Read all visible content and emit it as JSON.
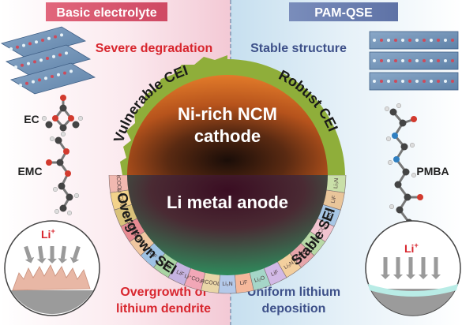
{
  "header": {
    "left_tag": "Basic electrolyte",
    "right_tag": "PAM-QSE"
  },
  "left": {
    "top_caption": "Severe degradation",
    "bottom_caption_line1": "Overgrowth of",
    "bottom_caption_line2": "lithium dendrite",
    "cei_label": "Vulnerable CEI",
    "sei_label": "Overgrown SEI",
    "molecule_1": "EC",
    "molecule_2": "EMC",
    "ion_label": "Li",
    "ion_charge": "+"
  },
  "right": {
    "top_caption": "Stable structure",
    "bottom_caption_line1": "Uniform lithium",
    "bottom_caption_line2": "deposition",
    "cei_label": "Robust CEI",
    "sei_label": "Stable SEI",
    "molecule": "PMBA",
    "ion_label": "Li",
    "ion_charge": "+"
  },
  "center": {
    "cathode_line1": "Ni-rich NCM",
    "cathode_line2": "cathode",
    "anode": "Li metal anode"
  },
  "sei_chip_labels": [
    "RCOOLi",
    "Li⁺CO₃²⁻",
    "LiF",
    "Li⁺CO₃²⁻",
    "ROCOOLi",
    "LiF",
    "Li₂O",
    "LiF",
    "Li⁺CO₃²⁻",
    "RCOOLi",
    "Li₃N",
    "LiF",
    "Li₂O",
    "LiF",
    "Li₃N",
    "RCOOLi",
    "LiF",
    "Li⁺CO₃²⁻",
    "Li₂O",
    "LiF",
    "Li₃N"
  ],
  "colors": {
    "left_tag_bg": "#d9536b",
    "right_tag_bg": "#6b7fb0",
    "warning_red": "#d8262e",
    "stable_blue": "#3d5089",
    "cei_green": "#8fae3a",
    "anode_green": "#2f8b5c"
  }
}
